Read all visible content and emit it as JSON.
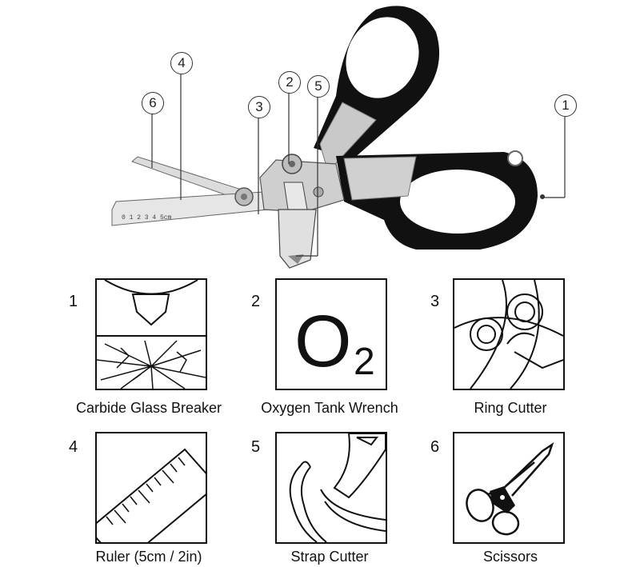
{
  "callouts": [
    "1",
    "2",
    "3",
    "4",
    "5",
    "6"
  ],
  "ruler_text": "0  1  2  3  4  5cm",
  "features": [
    {
      "num": "1",
      "caption": "Carbide Glass Breaker",
      "icon": "glass-breaker-icon"
    },
    {
      "num": "2",
      "caption": "Oxygen Tank Wrench",
      "icon": "o2-icon",
      "o2": "O",
      "o2_sub": "2"
    },
    {
      "num": "3",
      "caption": "Ring Cutter",
      "icon": "ring-cutter-icon"
    },
    {
      "num": "4",
      "caption": "Ruler (5cm / 2in)",
      "icon": "ruler-icon"
    },
    {
      "num": "5",
      "caption": "Strap Cutter",
      "icon": "strap-cutter-icon"
    },
    {
      "num": "6",
      "caption": "Scissors",
      "icon": "scissors-icon"
    }
  ]
}
